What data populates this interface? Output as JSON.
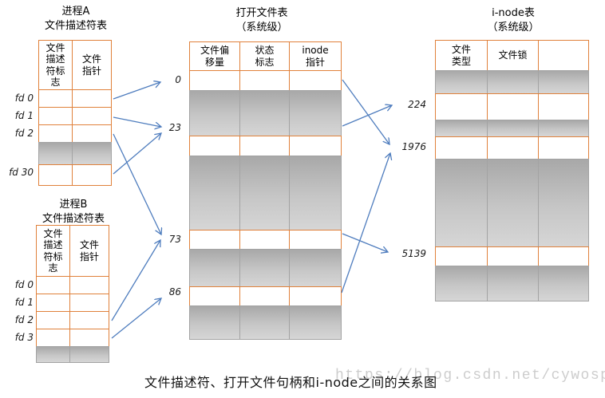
{
  "caption": "文件描述符、打开文件句柄和i-node之间的关系图",
  "watermark": "https://blog.csdn.net/cywosp",
  "colors": {
    "table_border_orange": "#E0813B",
    "arrow_blue": "#4F7DBE",
    "shaded_row_gray": "#b5b5b5",
    "watermark_gray": "#cdcdcd"
  },
  "process_a": {
    "title": "进程A\n文件描述符表",
    "header_col1": "文件\n描述\n符标\n志",
    "header_col2": "文件\n指针",
    "fd_labels": [
      "fd 0",
      "fd 1",
      "fd 2",
      "fd 30"
    ]
  },
  "process_b": {
    "title": "进程B\n文件描述符表",
    "header_col1": "文件\n描述\n符标\n志",
    "header_col2": "文件\n指针",
    "fd_labels": [
      "fd 0",
      "fd 1",
      "fd 2",
      "fd 3"
    ]
  },
  "open_file_table": {
    "title": "打开文件表\n（系统级）",
    "headers": [
      "文件偏\n移量",
      "状态\n标志",
      "inode\n指针"
    ],
    "row_labels": [
      "0",
      "23",
      "73",
      "86"
    ]
  },
  "inode_table": {
    "title": "i-node表\n（系统级）",
    "headers": [
      "文件\n类型",
      "文件锁",
      ""
    ],
    "row_labels": [
      "224",
      "1976",
      "5139"
    ]
  }
}
